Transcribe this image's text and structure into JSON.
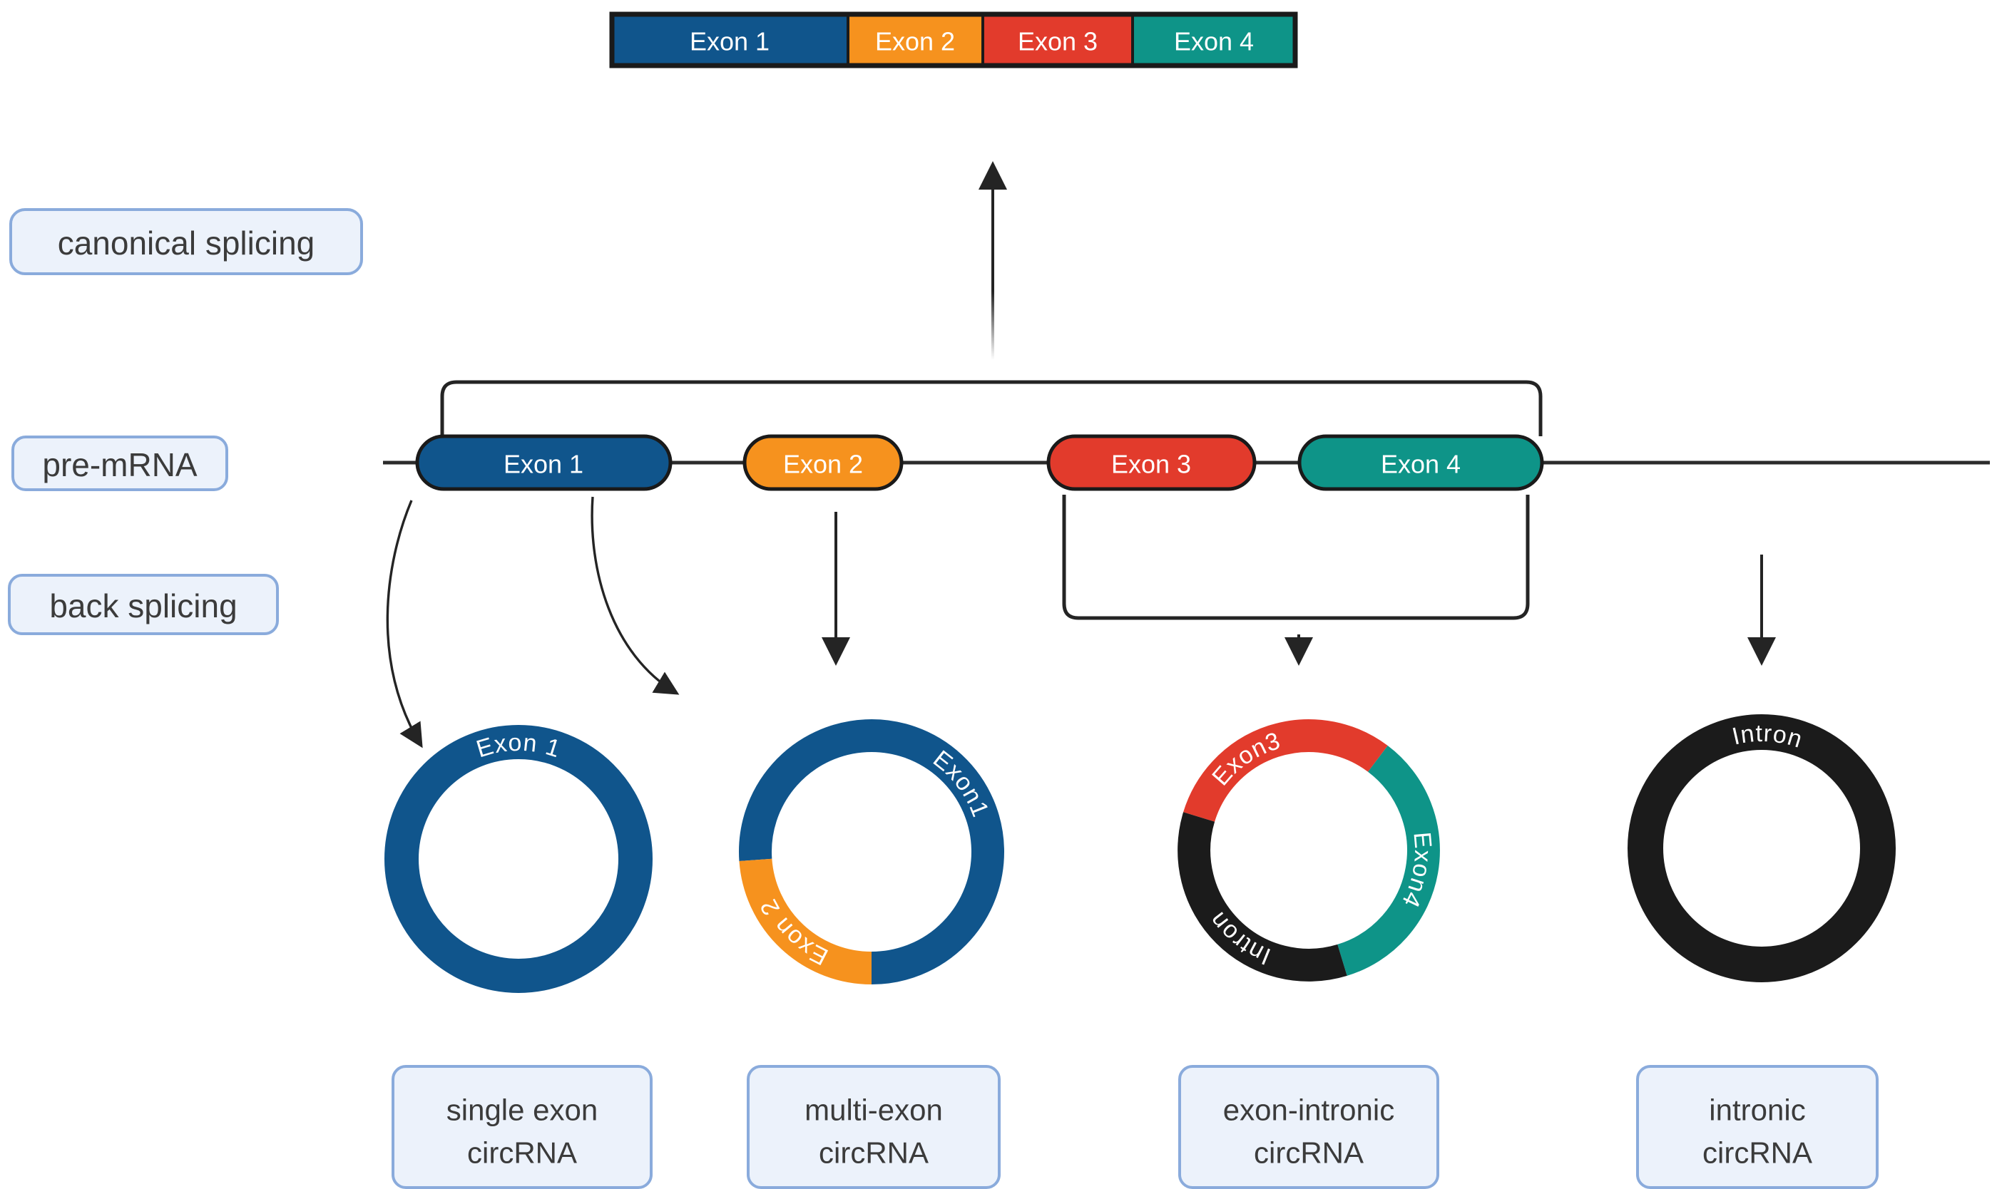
{
  "colors": {
    "blue": "#10558C",
    "orange": "#F6921E",
    "red": "#E23B2C",
    "teal": "#0E9488",
    "ring_black": "#1B1B1B",
    "line_stroke": "#262626",
    "pill_border": "#1A1A1A",
    "label_box_fill": "#ECF2FB",
    "label_box_border": "#8AABDC",
    "label_text": "#3B3B3B",
    "white": "#FFFFFF"
  },
  "mature_mrna": {
    "exons": [
      {
        "label": "Exon 1"
      },
      {
        "label": "Exon 2"
      },
      {
        "label": "Exon 3"
      },
      {
        "label": "Exon 4"
      }
    ]
  },
  "side_labels": {
    "canonical_splicing": "canonical splicing",
    "pre_mrna": "pre-mRNA",
    "back_splicing": "back splicing"
  },
  "pre_mrna": {
    "exons": [
      {
        "label": "Exon 1"
      },
      {
        "label": "Exon 2"
      },
      {
        "label": "Exon 3"
      },
      {
        "label": "Exon 4"
      }
    ]
  },
  "circles": [
    {
      "arc_labels": [
        "Exon 1"
      ],
      "caption_line1": "single exon",
      "caption_line2": "circRNA"
    },
    {
      "arc_labels": [
        "Exon1",
        "Exon 2"
      ],
      "caption_line1": "multi-exon",
      "caption_line2": "circRNA"
    },
    {
      "arc_labels": [
        "Exon3",
        "Exon4",
        "Intron"
      ],
      "caption_line1": "exon-intronic",
      "caption_line2": "circRNA"
    },
    {
      "arc_labels": [
        "Intron"
      ],
      "caption_line1": "intronic",
      "caption_line2": "circRNA"
    }
  ]
}
